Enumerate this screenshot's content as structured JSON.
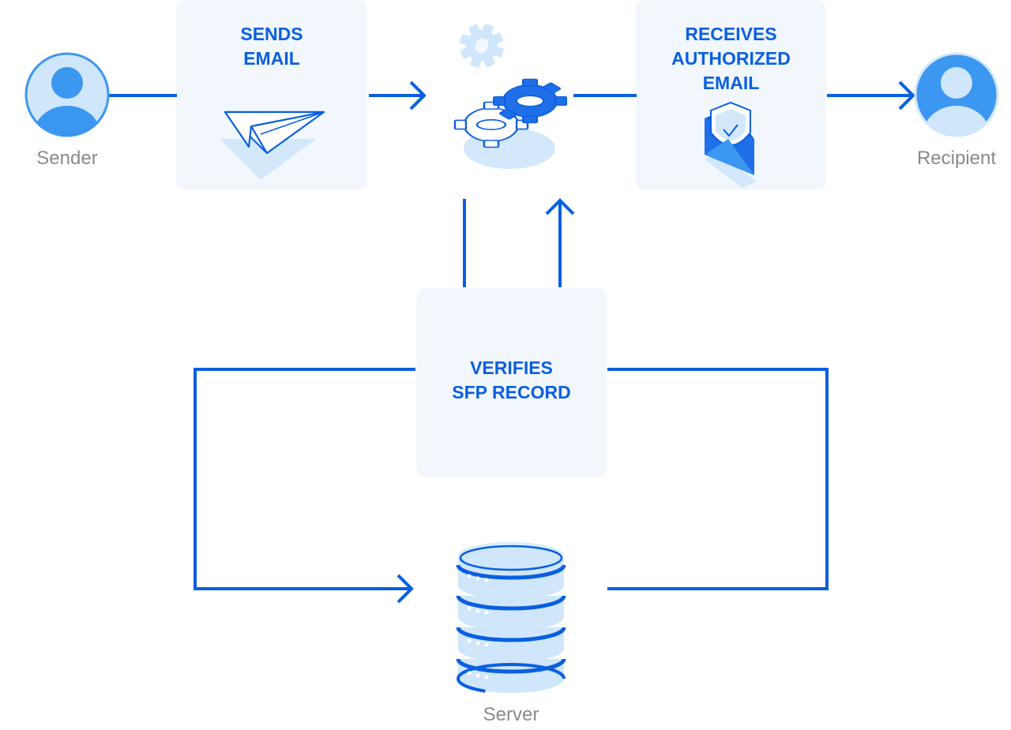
{
  "nodes": {
    "sender": {
      "label": "Sender"
    },
    "recipient": {
      "label": "Recipient"
    },
    "server": {
      "label": "Server"
    }
  },
  "steps": {
    "sends": {
      "title": "SENDS\nEMAIL"
    },
    "receives": {
      "title": "RECEIVES\nAUTHORIZED\nEMAIL"
    },
    "verifies": {
      "title": "VERIFIES\nSFP RECORD"
    }
  },
  "colors": {
    "accent": "#0a5fe0",
    "box_fill": "#f1f7fd",
    "avatar_fill": "#3b97f0",
    "avatar_bg": "#cfe6fb",
    "light_blue": "#cfe6fb",
    "label_gray": "#8a8a8a"
  },
  "icons": {
    "sender": "user-avatar-icon",
    "recipient": "user-avatar-icon",
    "sends": "paper-plane-icon",
    "processing": "gears-icon",
    "receives": "shielded-envelope-icon",
    "server": "database-server-icon"
  }
}
